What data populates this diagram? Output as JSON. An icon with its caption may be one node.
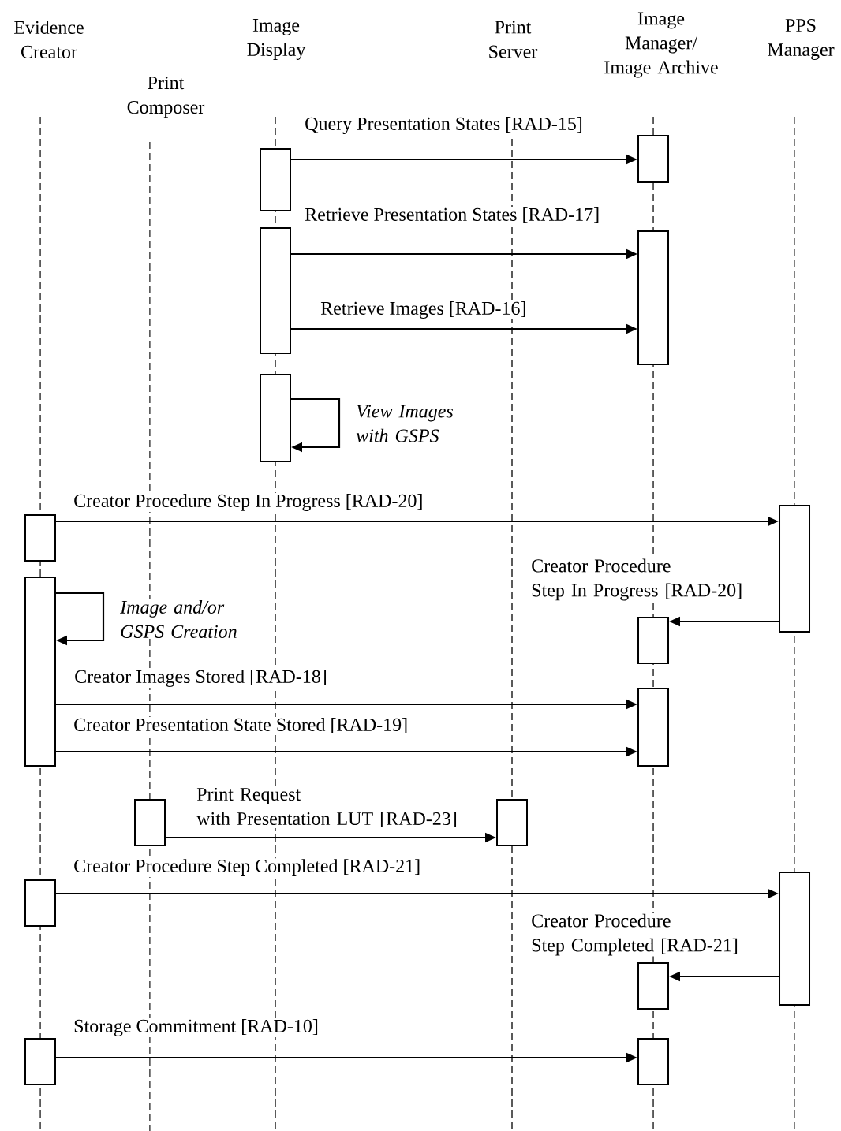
{
  "diagram": {
    "nodes": [
      {
        "text": [
          "Evidence Creator"
        ]
      },
      {
        "text": [
          "Print Composer"
        ]
      },
      {
        "text": [
          "Image Display"
        ]
      },
      {
        "text": [
          "Print Server"
        ]
      },
      {
        "text": [
          "Image Manager/ Image Archive"
        ]
      },
      {
        "text": [
          "PPS Manager"
        ]
      },
      {
        "text": [],
        "shape": "box"
      },
      {
        "text": [],
        "shape": "box"
      },
      {
        "text": [],
        "shape": "box"
      },
      {
        "text": [],
        "shape": "box"
      },
      {
        "text": [],
        "shape": "box"
      },
      {
        "text": [],
        "shape": "box"
      },
      {
        "text": [],
        "shape": "box"
      },
      {
        "text": [],
        "shape": "box"
      },
      {
        "text": [],
        "shape": "box"
      },
      {
        "text": [],
        "shape": "box"
      },
      {
        "text": [],
        "shape": "box"
      },
      {
        "text": [],
        "shape": "box"
      },
      {
        "text": [],
        "shape": "box"
      },
      {
        "text": [],
        "shape": "box"
      },
      {
        "text": [],
        "shape": "box"
      },
      {
        "text": [],
        "shape": "box"
      },
      {
        "text": [],
        "shape": "box"
      }
    ],
    "edges": [
      {
        "from": 6,
        "to": 7,
        "arrow": "to",
        "label": "Query Presentation States  [RAD-15]"
      },
      {
        "from": 8,
        "to": 9,
        "arrow": "to",
        "label": "Retrieve Presentation States [RAD-17]"
      },
      {
        "from": 8,
        "to": 9,
        "arrow": "to",
        "label": "Retrieve Images [RAD-16]"
      },
      {
        "from": 10,
        "to": 10,
        "arrow": "to",
        "label": "View Images with GSPS"
      },
      {
        "from": 11,
        "to": 12,
        "arrow": "to",
        "label": "Creator Procedure Step In Progress [RAD-20]"
      },
      {
        "from": 12,
        "to": 14,
        "arrow": "to",
        "label": "Creator Procedure Step In Progress [RAD-20]"
      },
      {
        "from": 13,
        "to": 13,
        "arrow": "to",
        "label": "Image and/or GSPS Creation"
      },
      {
        "from": 13,
        "to": 15,
        "arrow": "to",
        "label": "Creator Images Stored [RAD-18]"
      },
      {
        "from": 13,
        "to": 15,
        "arrow": "to",
        "label": "Creator Presentation State Stored [RAD-19]"
      },
      {
        "from": 16,
        "to": 17,
        "arrow": "to",
        "label": "Print Request with Presentation LUT [RAD-23]"
      },
      {
        "from": 18,
        "to": 19,
        "arrow": "to",
        "label": "Creator Procedure Step Completed [RAD-21]"
      },
      {
        "from": 19,
        "to": 20,
        "arrow": "to",
        "label": "Creator Procedure Step Completed [RAD-21]"
      },
      {
        "from": 21,
        "to": 22,
        "arrow": "to",
        "label": "Storage Commitment [RAD-10]"
      }
    ]
  }
}
